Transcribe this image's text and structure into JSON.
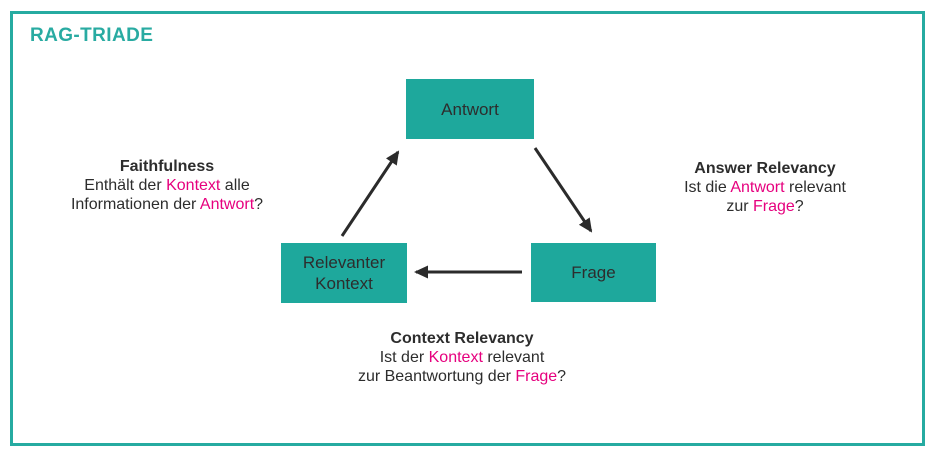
{
  "page": {
    "title": "RAG-TRIADE"
  },
  "colors": {
    "node_teal": "#1ea89c",
    "border_teal": "#26aba1",
    "title_teal": "#29aba2",
    "magenta_highlight": "#e6007e",
    "text_dark": "#2d2d2d",
    "arrow_dark": "#2b2b2b",
    "background": "#ffffff"
  },
  "nodes": {
    "antwort": {
      "label": "Antwort"
    },
    "relevanter_kontext": {
      "label": "Relevanter Kontext"
    },
    "frage": {
      "label": "Frage"
    }
  },
  "annotations": {
    "faithfulness": {
      "heading": "Faithfulness",
      "line1_seg1": "Enthält der ",
      "line1_kontext": "Kontext",
      "line1_seg2": " alle",
      "line2_seg1": "Informationen der ",
      "line2_antwort": "Antwort",
      "line2_seg2": "?"
    },
    "answer_relevancy": {
      "heading": "Answer Relevancy",
      "line1_seg1": "Ist die ",
      "line1_antwort": "Antwort",
      "line1_seg2": " relevant",
      "line2_seg1": "zur ",
      "line2_frage": "Frage",
      "line2_seg2": "?"
    },
    "context_relevancy": {
      "heading": "Context Relevancy",
      "line1_seg1": "Ist der ",
      "line1_kontext": "Kontext",
      "line1_seg2": " relevant",
      "line2_seg1": "zur Beantwortung der ",
      "line2_frage": "Frage",
      "line2_seg2": "?"
    }
  }
}
